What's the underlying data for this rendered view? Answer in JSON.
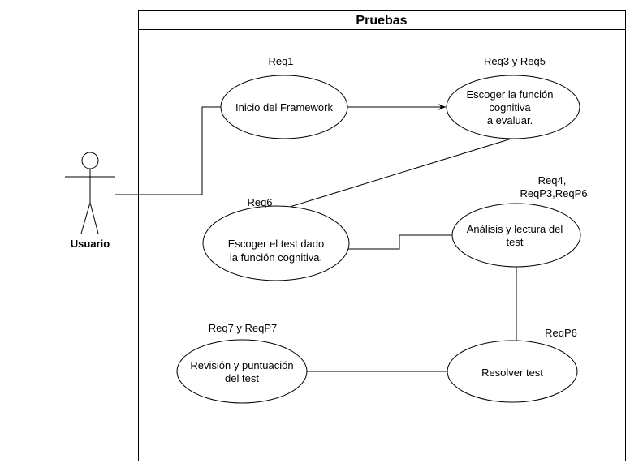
{
  "system": {
    "title": "Pruebas"
  },
  "actor": {
    "name": "Usuario"
  },
  "use_cases": {
    "inicio": {
      "lines": [
        "Inicio del Framework"
      ],
      "req": [
        "Req1"
      ]
    },
    "escoger_funcion": {
      "lines": [
        "Escoger la función",
        "cognitiva",
        "a evaluar."
      ],
      "req": [
        "Req3 y Req5"
      ]
    },
    "escoger_test": {
      "lines": [
        "Escoger el test dado",
        "la función cognitiva."
      ],
      "req": [
        "Req6"
      ]
    },
    "analisis": {
      "lines": [
        "Análisis y lectura del",
        "test"
      ],
      "req": [
        "Req4,",
        "ReqP3,ReqP6"
      ]
    },
    "resolver": {
      "lines": [
        "Resolver test"
      ],
      "req": [
        "ReqP6"
      ]
    },
    "revision": {
      "lines": [
        "Revisión y puntuación",
        "del test"
      ],
      "req": [
        "Req7 y ReqP7"
      ]
    }
  }
}
